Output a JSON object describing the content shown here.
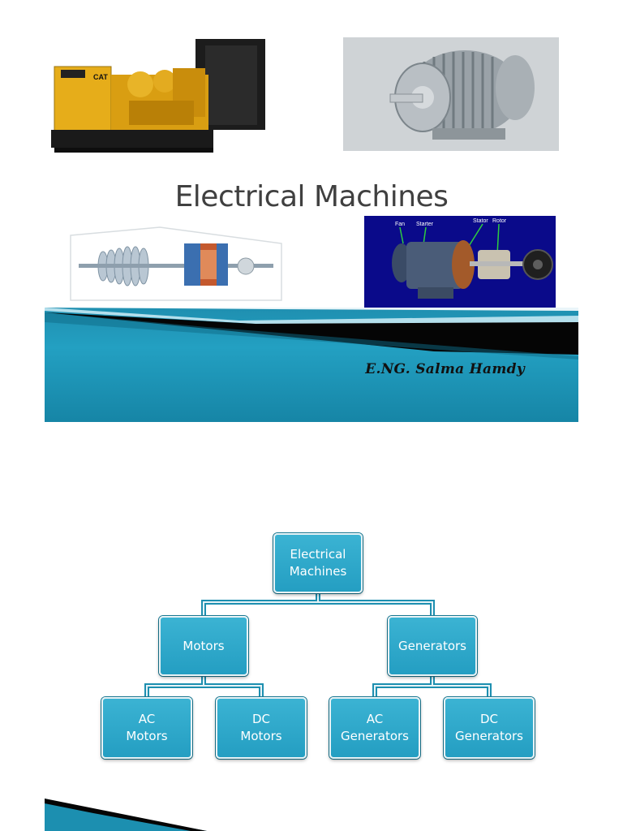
{
  "slide1": {
    "title": "Electrical Machines",
    "author": "E.NG. Salma Hamdy",
    "images": {
      "generator": "CAT diesel generator set photo",
      "motor": "Electric motor photo",
      "turbine_diagram": "Turbine-generator cutaway diagram",
      "motor_cutaway": "Motor exploded view diagram"
    },
    "generator_brand": "CAT",
    "motor_cutaway_labels": [
      "Fan",
      "Starter",
      "Stator",
      "Rotor"
    ]
  },
  "slide2": {
    "diagram": {
      "root": {
        "line1": "Electrical",
        "line2": "Machines"
      },
      "motors": "Motors",
      "generators": "Generators",
      "ac_motors": {
        "line1": "AC",
        "line2": "Motors"
      },
      "dc_motors": {
        "line1": "DC",
        "line2": "Motors"
      },
      "ac_generators": {
        "line1": "AC",
        "line2": "Generators"
      },
      "dc_generators": {
        "line1": "DC",
        "line2": "Generators"
      }
    }
  },
  "colors": {
    "accent": "#23a0c2",
    "node_fill": "#2aa7c9",
    "dark_band": "#050505"
  }
}
